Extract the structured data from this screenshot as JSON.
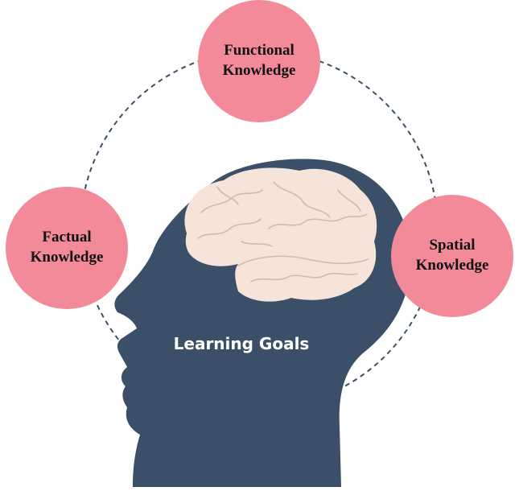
{
  "diagram": {
    "center_label": "Learning Goals",
    "nodes": [
      {
        "id": "functional",
        "line1": "Functional",
        "line2": "Knowledge"
      },
      {
        "id": "factual",
        "line1": "Factual",
        "line2": "Knowledge"
      },
      {
        "id": "spatial",
        "line1": "Spatial",
        "line2": "Knowledge"
      }
    ]
  },
  "colors": {
    "head": "#3b5068",
    "brain": "#f6e3d9",
    "brain_fold": "#d8b8a8",
    "node_fill": "#f38a99",
    "connector": "#3b5068",
    "node_text": "#111111",
    "center_text": "#ffffff"
  }
}
